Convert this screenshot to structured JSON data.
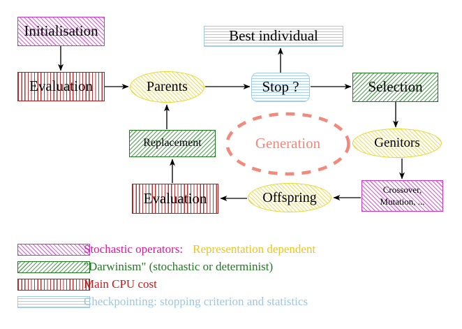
{
  "diagram": {
    "title": "Evolutionary Algorithm Cycle",
    "nodes": [
      {
        "id": "initialisation",
        "label": "Initialisation",
        "shape": "box",
        "fill": "hatch-magenta",
        "category": "stochastic-operators"
      },
      {
        "id": "evaluation_top",
        "label": "Evaluation",
        "shape": "box",
        "fill": "hatch-red",
        "category": "main-cpu-cost"
      },
      {
        "id": "parents",
        "label": "Parents",
        "shape": "ellipse",
        "fill": "hatch-yellow",
        "category": "representation-dependent"
      },
      {
        "id": "best_individual",
        "label": "Best individual",
        "shape": "box",
        "fill": "hatch-blue",
        "category": "checkpointing"
      },
      {
        "id": "stop",
        "label": "Stop ?",
        "shape": "rounded-box",
        "fill": "hatch-blue",
        "category": "checkpointing"
      },
      {
        "id": "selection",
        "label": "Selection",
        "shape": "box",
        "fill": "hatch-green",
        "category": "darwinism"
      },
      {
        "id": "replacement",
        "label": "Replacement",
        "shape": "box",
        "fill": "hatch-green",
        "category": "darwinism"
      },
      {
        "id": "generation",
        "label": "Generation",
        "shape": "dashed-ellipse",
        "fill": "none",
        "category": "annotation"
      },
      {
        "id": "genitors",
        "label": "Genitors",
        "shape": "ellipse",
        "fill": "hatch-yellow",
        "category": "representation-dependent"
      },
      {
        "id": "evaluation_bottom",
        "label": "Evaluation",
        "shape": "box",
        "fill": "hatch-red",
        "category": "main-cpu-cost"
      },
      {
        "id": "offspring",
        "label": "Offspring",
        "shape": "ellipse",
        "fill": "hatch-yellow",
        "category": "representation-dependent"
      },
      {
        "id": "crossover",
        "label_line1": "Crossover,",
        "label_line2": "Mutation, ...",
        "shape": "box",
        "fill": "hatch-magenta",
        "category": "stochastic-operators"
      }
    ],
    "edges": [
      {
        "from": "initialisation",
        "to": "evaluation_top",
        "direction": "down"
      },
      {
        "from": "evaluation_top",
        "to": "parents",
        "direction": "right"
      },
      {
        "from": "parents",
        "to": "stop",
        "direction": "right"
      },
      {
        "from": "stop",
        "to": "best_individual",
        "direction": "up"
      },
      {
        "from": "stop",
        "to": "selection",
        "direction": "right"
      },
      {
        "from": "selection",
        "to": "genitors",
        "direction": "down"
      },
      {
        "from": "genitors",
        "to": "crossover",
        "direction": "down"
      },
      {
        "from": "crossover",
        "to": "offspring",
        "direction": "left"
      },
      {
        "from": "offspring",
        "to": "evaluation_bottom",
        "direction": "left"
      },
      {
        "from": "evaluation_bottom",
        "to": "replacement",
        "direction": "up"
      },
      {
        "from": "replacement",
        "to": "parents",
        "direction": "up"
      }
    ]
  },
  "legend": {
    "rows": [
      {
        "swatch": "hatch-magenta",
        "swatch_name": "magenta-diagonal-hatch-swatch",
        "text_primary": "Stochastic operators:",
        "text_secondary": "Representation dependent",
        "color_primary": "#e0179e",
        "color_secondary": "#ecc518"
      },
      {
        "swatch": "hatch-green",
        "swatch_name": "green-diagonal-hatch-swatch",
        "text_primary": "\"Darwinism\" (stochastic or determinist)",
        "text_secondary": "",
        "color_primary": "#1f7a1f",
        "color_secondary": ""
      },
      {
        "swatch": "hatch-red",
        "swatch_name": "red-vertical-hatch-swatch",
        "text_primary": "Main CPU cost",
        "text_secondary": "",
        "color_primary": "#c41a1a",
        "color_secondary": ""
      },
      {
        "swatch": "hatch-blue",
        "swatch_name": "blue-horizontal-hatch-swatch",
        "text_primary": "Checkpointing: stopping criterion and statistics",
        "text_secondary": "",
        "color_primary": "#9cc6e6",
        "color_secondary": ""
      }
    ]
  },
  "colors": {
    "magenta": "#cc33cc",
    "green": "#1f7a1f",
    "red": "#b01919",
    "light_blue": "#9fcbe8",
    "yellow": "#e8d72a",
    "salmon": "#ef8a7c",
    "arrow": "#000000",
    "background": "#ffffff"
  }
}
